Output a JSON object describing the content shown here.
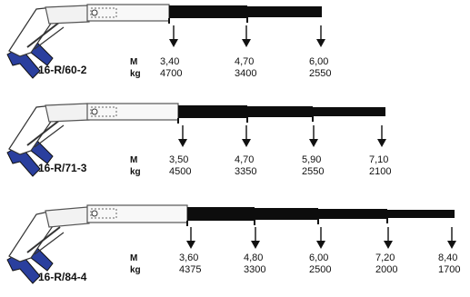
{
  "colors": {
    "boom_outline": "#555555",
    "boom_fill": "#f2f2f2",
    "extension": "#0d0d0d",
    "leg_blue": "#2a3f9e",
    "text": "#111111"
  },
  "units": {
    "meters": "M",
    "kilograms": "kg"
  },
  "cranes": [
    {
      "model": "16-R/60-2",
      "points": [
        {
          "m": "3,40",
          "kg": "4700"
        },
        {
          "m": "4,70",
          "kg": "3400"
        },
        {
          "m": "6,00",
          "kg": "2550"
        }
      ]
    },
    {
      "model": "16-R/71-3",
      "points": [
        {
          "m": "3,50",
          "kg": "4500"
        },
        {
          "m": "4,70",
          "kg": "3350"
        },
        {
          "m": "5,90",
          "kg": "2550"
        },
        {
          "m": "7,10",
          "kg": "2100"
        }
      ]
    },
    {
      "model": "16-R/84-4",
      "points": [
        {
          "m": "3,60",
          "kg": "4375"
        },
        {
          "m": "4,80",
          "kg": "3300"
        },
        {
          "m": "6,00",
          "kg": "2500"
        },
        {
          "m": "7,20",
          "kg": "2000"
        },
        {
          "m": "8,40",
          "kg": "1700"
        }
      ]
    }
  ]
}
